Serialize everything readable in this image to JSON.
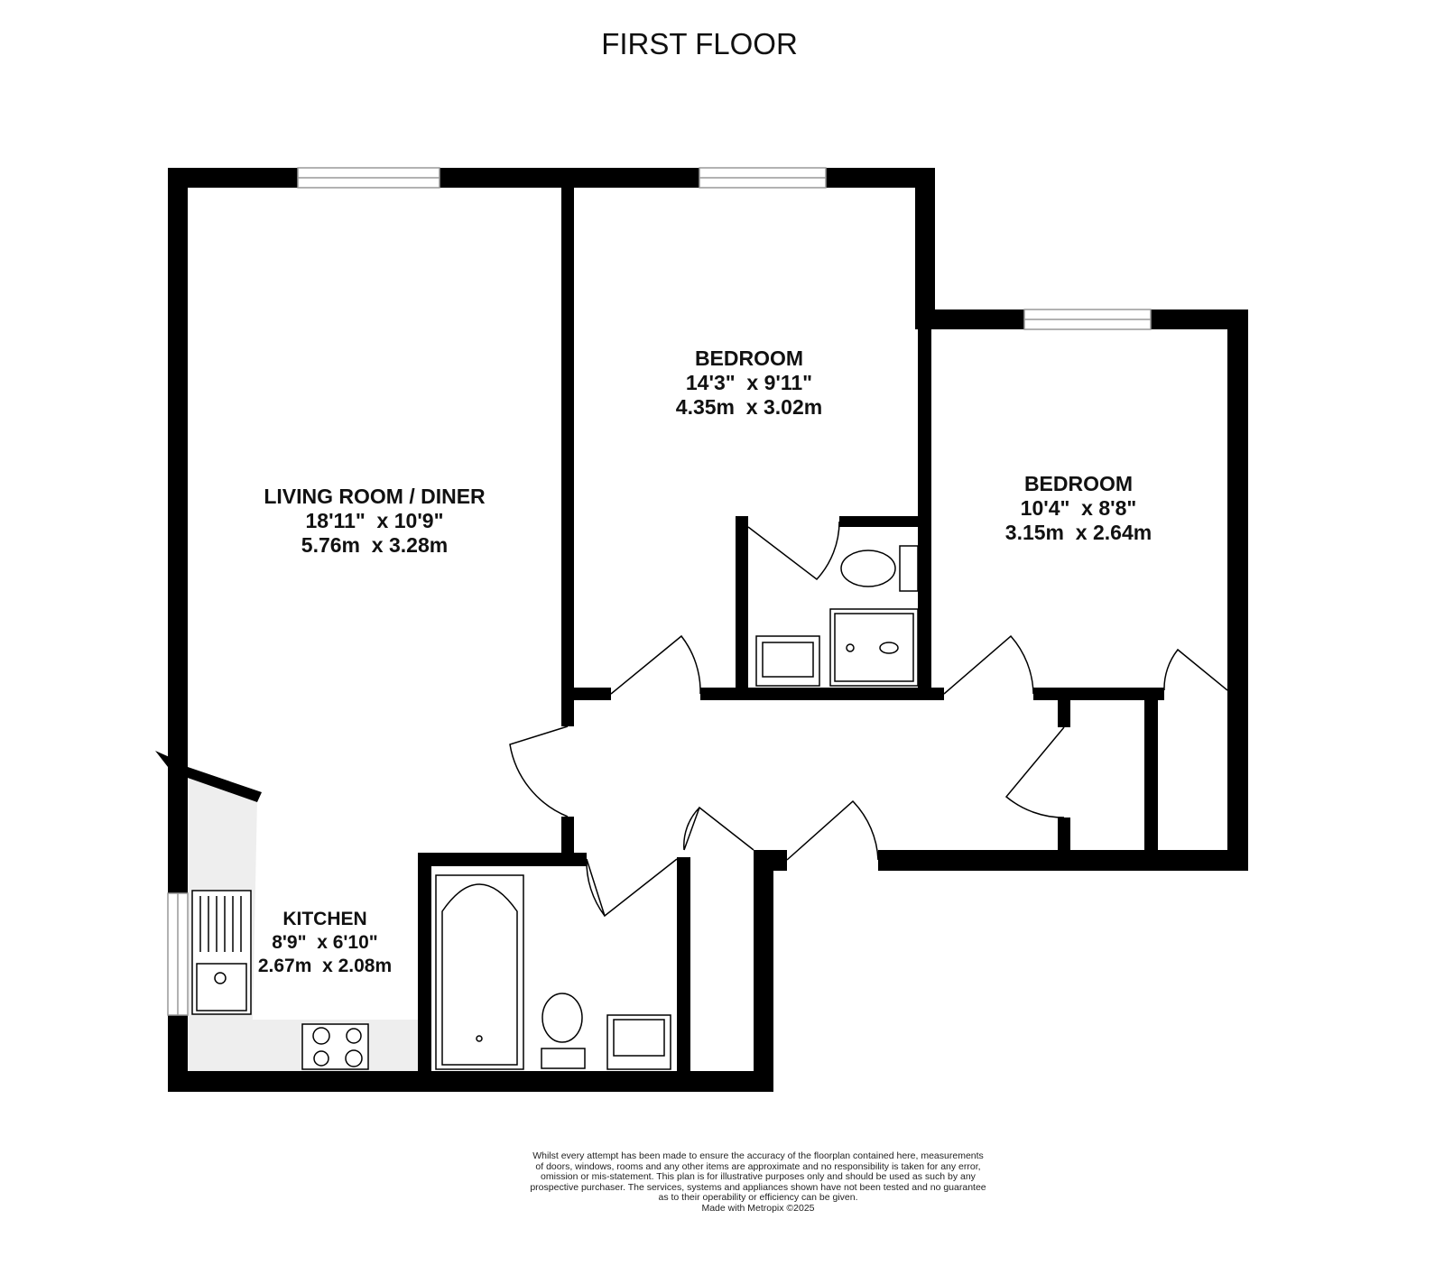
{
  "title": "FIRST FLOOR",
  "rooms": [
    {
      "name": "LIVING ROOM / DINER",
      "imperial": "18'11\"  x 10'9\"",
      "metric": "5.76m  x 3.28m"
    },
    {
      "name": "BEDROOM",
      "imperial": "14'3\"  x 9'11\"",
      "metric": "4.35m  x 3.02m"
    },
    {
      "name": "BEDROOM",
      "imperial": "10'4\"  x 8'8\"",
      "metric": "3.15m  x 2.64m"
    },
    {
      "name": "KITCHEN",
      "imperial": "8'9\"  x 6'10\"",
      "metric": "2.67m  x 2.08m"
    }
  ],
  "disclaimer": [
    "Whilst every attempt has been made to ensure the accuracy of the floorplan contained here, measurements",
    "of doors, windows, rooms and any other items are approximate and no responsibility is taken for any error,",
    "omission or mis-statement. This plan is for illustrative purposes only and should be used as such by any",
    "prospective purchaser. The services, systems and appliances shown have not been tested and no guarantee",
    "as to their operability or efficiency can be given.",
    "Made with Metropix ©2025"
  ],
  "colors": {
    "wall": "#000000",
    "counter": "#eeeeee",
    "window": "#999999"
  }
}
